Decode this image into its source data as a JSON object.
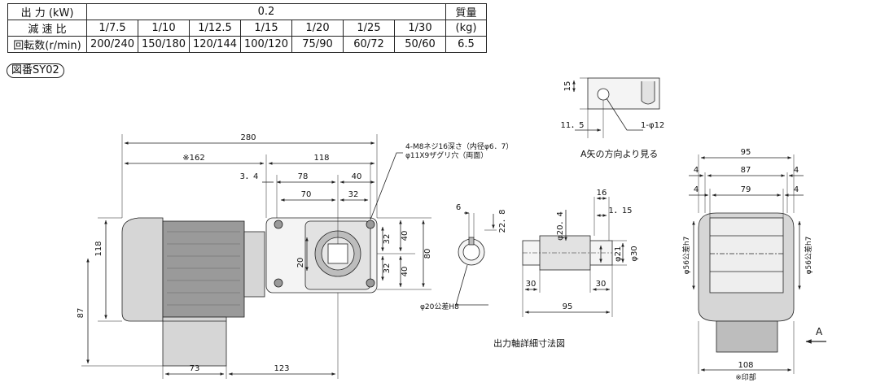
{
  "spec_table": {
    "output_label": "出 力 (kW)",
    "output_value": "0.2",
    "ratio_label": "減 速 比",
    "speed_label": "回転数(r/min)",
    "mass_label_1": "質量",
    "mass_label_2": "(kg)",
    "mass_value": "6.5",
    "ratios": [
      "1/7.5",
      "1/10",
      "1/12.5",
      "1/15",
      "1/20",
      "1/25",
      "1/30"
    ],
    "speeds": [
      "200/240",
      "150/180",
      "120/144",
      "100/120",
      "75/90",
      "60/72",
      "50/60"
    ]
  },
  "figure_number": "図番SY02",
  "drawing": {
    "overall_length": "280",
    "motor_length": "※162",
    "gear_length": "118",
    "offset_3_4": "3．4",
    "dim_78": "78",
    "dim_40_top": "40",
    "dim_70": "70",
    "dim_32_top": "32",
    "screw_note_1": "4-M8ネジ16深さ（内径φ6．7）",
    "screw_note_2": "φ11X9ザグリ穴（両面）",
    "height_118": "118",
    "height_87": "87",
    "dim_20": "20",
    "dim_32_r1": "32",
    "dim_32_r2": "32",
    "dim_40_r1": "40",
    "dim_40_r2": "40",
    "dim_80": "80",
    "base_73": "73",
    "base_123": "123",
    "view_a_15": "15",
    "view_a_11_5": "11．5",
    "view_a_hole": "1-φ12",
    "view_a_caption": "A矢の方向より見る",
    "shaft_6": "6",
    "shaft_22_8": "22．8",
    "shaft_20_4": "φ20．4",
    "shaft_16": "16",
    "shaft_1_15": "1．15",
    "shaft_21": "φ21",
    "shaft_30_dia": "φ30",
    "shaft_30_l": "30",
    "shaft_30_r": "30",
    "shaft_95": "95",
    "shaft_bore": "φ20公差H8",
    "shaft_caption": "出力軸詳細寸法図",
    "side_95": "95",
    "side_87": "87",
    "side_79": "79",
    "side_4_a": "4",
    "side_4_b": "4",
    "side_4_c": "4",
    "side_4_d": "4",
    "side_dia_l": "φ56公差h7",
    "side_dia_r": "φ56公差h7",
    "side_108": "108",
    "side_note": "※印部",
    "arrow_a": "A"
  },
  "colors": {
    "line": "#222222",
    "shade": "#9a9a9a",
    "light": "#d6d6d6"
  }
}
